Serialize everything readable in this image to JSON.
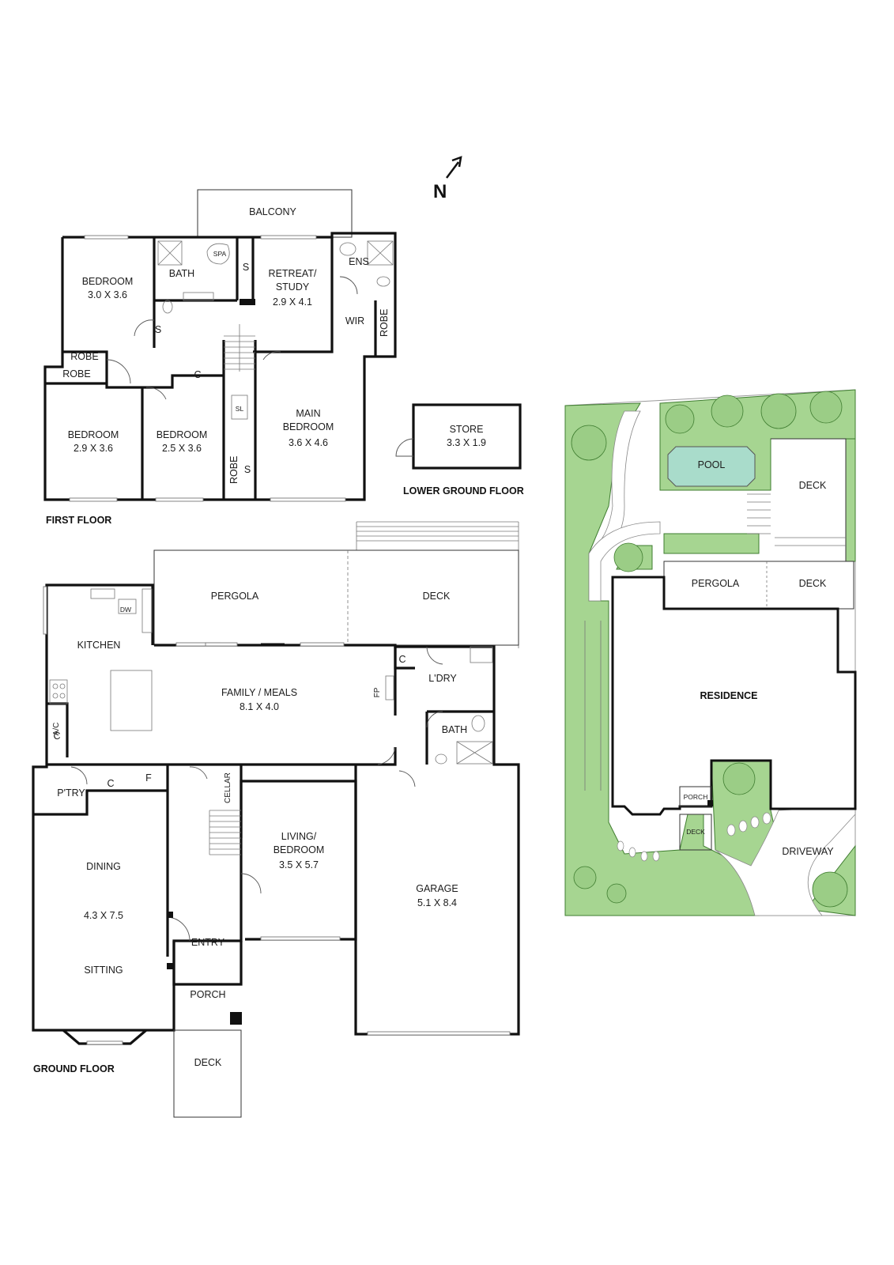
{
  "north": {
    "label": "N"
  },
  "titles": {
    "first_floor": "FIRST FLOOR",
    "ground_floor": "GROUND FLOOR",
    "lower_ground_floor": "LOWER GROUND FLOOR"
  },
  "first_floor": {
    "balcony": "BALCONY",
    "bedroom1_name": "BEDROOM",
    "bedroom1_size": "3.0 X 3.6",
    "bath": "BATH",
    "spa": "SPA",
    "shower1": "S",
    "retreat_name": "RETREAT/",
    "retreat_name2": "STUDY",
    "retreat_size": "2.9 X 4.1",
    "ens": "ENS",
    "wir": "WIR",
    "robe_right": "ROBE",
    "shower2": "S",
    "robe1": "ROBE",
    "robe2": "ROBE",
    "cupboard": "C",
    "bedroom2_name": "BEDROOM",
    "bedroom2_size": "2.9 X 3.6",
    "bedroom3_name": "BEDROOM",
    "bedroom3_size": "2.5 X 3.6",
    "stair_sl": "SL",
    "robe_stair": "ROBE",
    "shower3": "S",
    "main_name": "MAIN",
    "main_name2": "BEDROOM",
    "main_size": "3.6 X 4.6"
  },
  "store": {
    "name": "STORE",
    "size": "3.3 X 1.9"
  },
  "ground_floor": {
    "pergola": "PERGOLA",
    "deck": "DECK",
    "kitchen": "KITCHEN",
    "dw": "DW",
    "ac": "A/C",
    "c_kitchen": "C",
    "family_name": "FAMILY / MEALS",
    "family_size": "8.1 X 4.0",
    "fp": "FP",
    "c_ldry": "C",
    "ldry": "L'DRY",
    "bath": "BATH",
    "ptry": "P'TRY",
    "c_ptry": "C",
    "f": "F",
    "cellar": "CELLAR",
    "dining": "DINING",
    "dining_size": "4.3 X 7.5",
    "sitting": "SITTING",
    "living_name": "LIVING/",
    "living_name2": "BEDROOM",
    "living_size": "3.5 X 5.7",
    "garage_name": "GARAGE",
    "garage_size": "5.1 X 8.4",
    "entry": "ENTRY",
    "porch": "PORCH",
    "deck_front": "DECK"
  },
  "site": {
    "pool": "POOL",
    "deck_top": "DECK",
    "pergola": "PERGOLA",
    "deck_mid": "DECK",
    "residence": "RESIDENCE",
    "porch": "PORCH",
    "deck_front": "DECK",
    "driveway": "DRIVEWAY",
    "colors": {
      "lawn": "#a6d591",
      "pool": "#a9dccb",
      "stroke": "#3f7d30"
    }
  }
}
